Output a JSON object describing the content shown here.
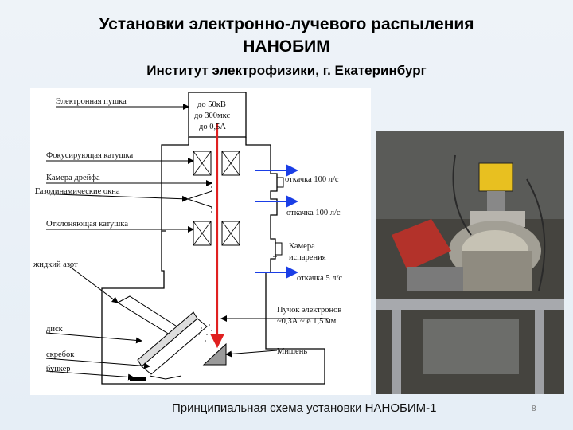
{
  "title": {
    "line1": "Установки электронно-лучевого распыления",
    "line2": "НАНОБИМ",
    "subtitle": "Институт электрофизики, г. Екатеринбург"
  },
  "diagram": {
    "labels": {
      "electron_gun": "Электронная пушка",
      "spec1": "до 50кВ",
      "spec2": "до 300мкс",
      "spec3": "до 0,5А",
      "focusing_coil": "Фокусирующая катушка",
      "drift_chamber": "Камера дрейфа",
      "gas_windows": "Газодинамические окна",
      "deflecting_coil": "Отклоняющая катушка",
      "liquid_nitrogen": "жидкий азот",
      "disk": "диск",
      "scraper": "скребок",
      "bunker": "бункер",
      "pump1": "откачка 100 л/с",
      "pump2": "откачка 100 л/с",
      "evap_chamber1": "Камера",
      "evap_chamber2": "испарения",
      "pump3": "откачка 5 л/с",
      "beam1": "Пучок электронов",
      "beam2": "~0,3А ~ ø 1,5 мм",
      "target": "Мишень"
    },
    "colors": {
      "beam": "#e02020",
      "pump_arrow": "#1a3ee6",
      "line": "#000000",
      "target": "#9a9a9a"
    }
  },
  "photo": {
    "description_icon": "photo-of-apparatus"
  },
  "caption": "Принципиальная схема установки НАНОБИМ-1",
  "page_number": "8"
}
